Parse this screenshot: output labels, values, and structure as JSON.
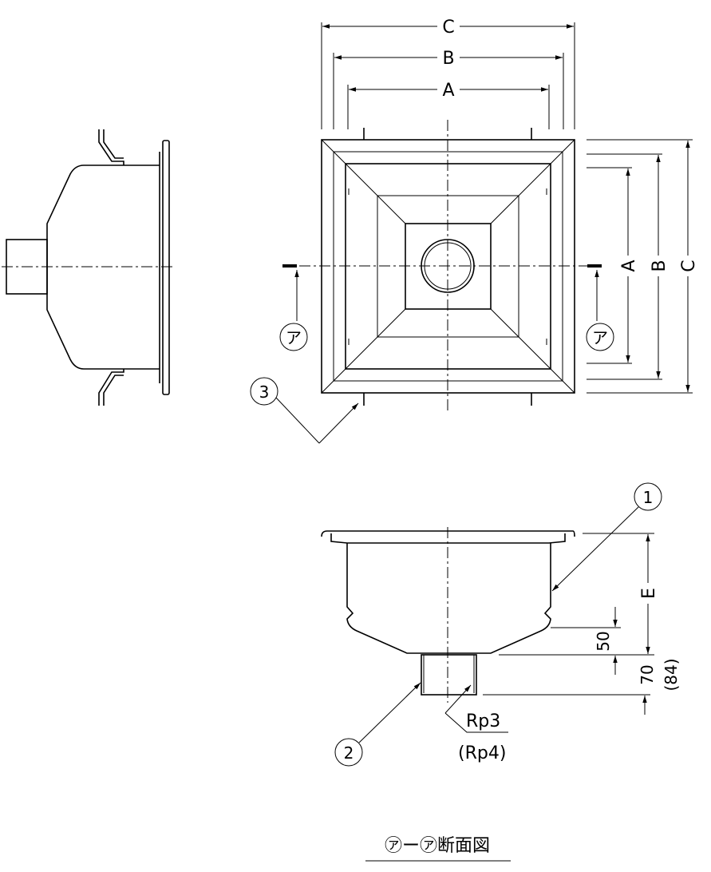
{
  "dimensions": {
    "top": {
      "c": "C",
      "b": "B",
      "a": "A"
    },
    "right": {
      "a": "A",
      "b": "B",
      "c": "C"
    },
    "section": {
      "e": "E",
      "d50": "50",
      "d70": "70",
      "d84": "(84)"
    }
  },
  "section_marks": {
    "left": "ア",
    "right": "ア"
  },
  "callouts": {
    "one": "1",
    "two": "2",
    "three": "3"
  },
  "thread": {
    "primary": "Rp3",
    "alternate": "(Rp4)"
  },
  "caption": "㋐ー㋐断面図",
  "colors": {
    "line": "#000000",
    "background": "#ffffff"
  }
}
